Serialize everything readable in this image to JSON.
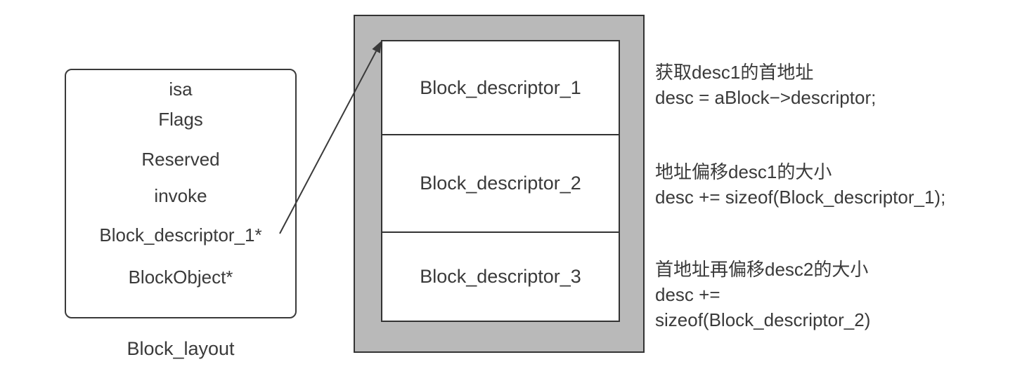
{
  "block_layout": {
    "fields": [
      "isa",
      "Flags",
      "Reserved",
      "invoke",
      "Block_descriptor_1*",
      "BlockObject*"
    ],
    "caption": "Block_layout"
  },
  "descriptor_memory": {
    "cells": [
      "Block_descriptor_1",
      "Block_descriptor_2",
      "Block_descriptor_3"
    ]
  },
  "annotations": [
    {
      "lines": [
        "获取desc1的首地址",
        "desc = aBlock−>descriptor;"
      ]
    },
    {
      "lines": [
        "地址偏移desc1的大小",
        "desc += sizeof(Block_descriptor_1);"
      ]
    },
    {
      "lines": [
        "首地址再偏移desc2的大小",
        "desc +=",
        "sizeof(Block_descriptor_2)"
      ]
    }
  ],
  "colors": {
    "memory_fill": "#b9b9b9",
    "stroke": "#333333",
    "text": "#3a3a3a",
    "background": "#ffffff"
  }
}
